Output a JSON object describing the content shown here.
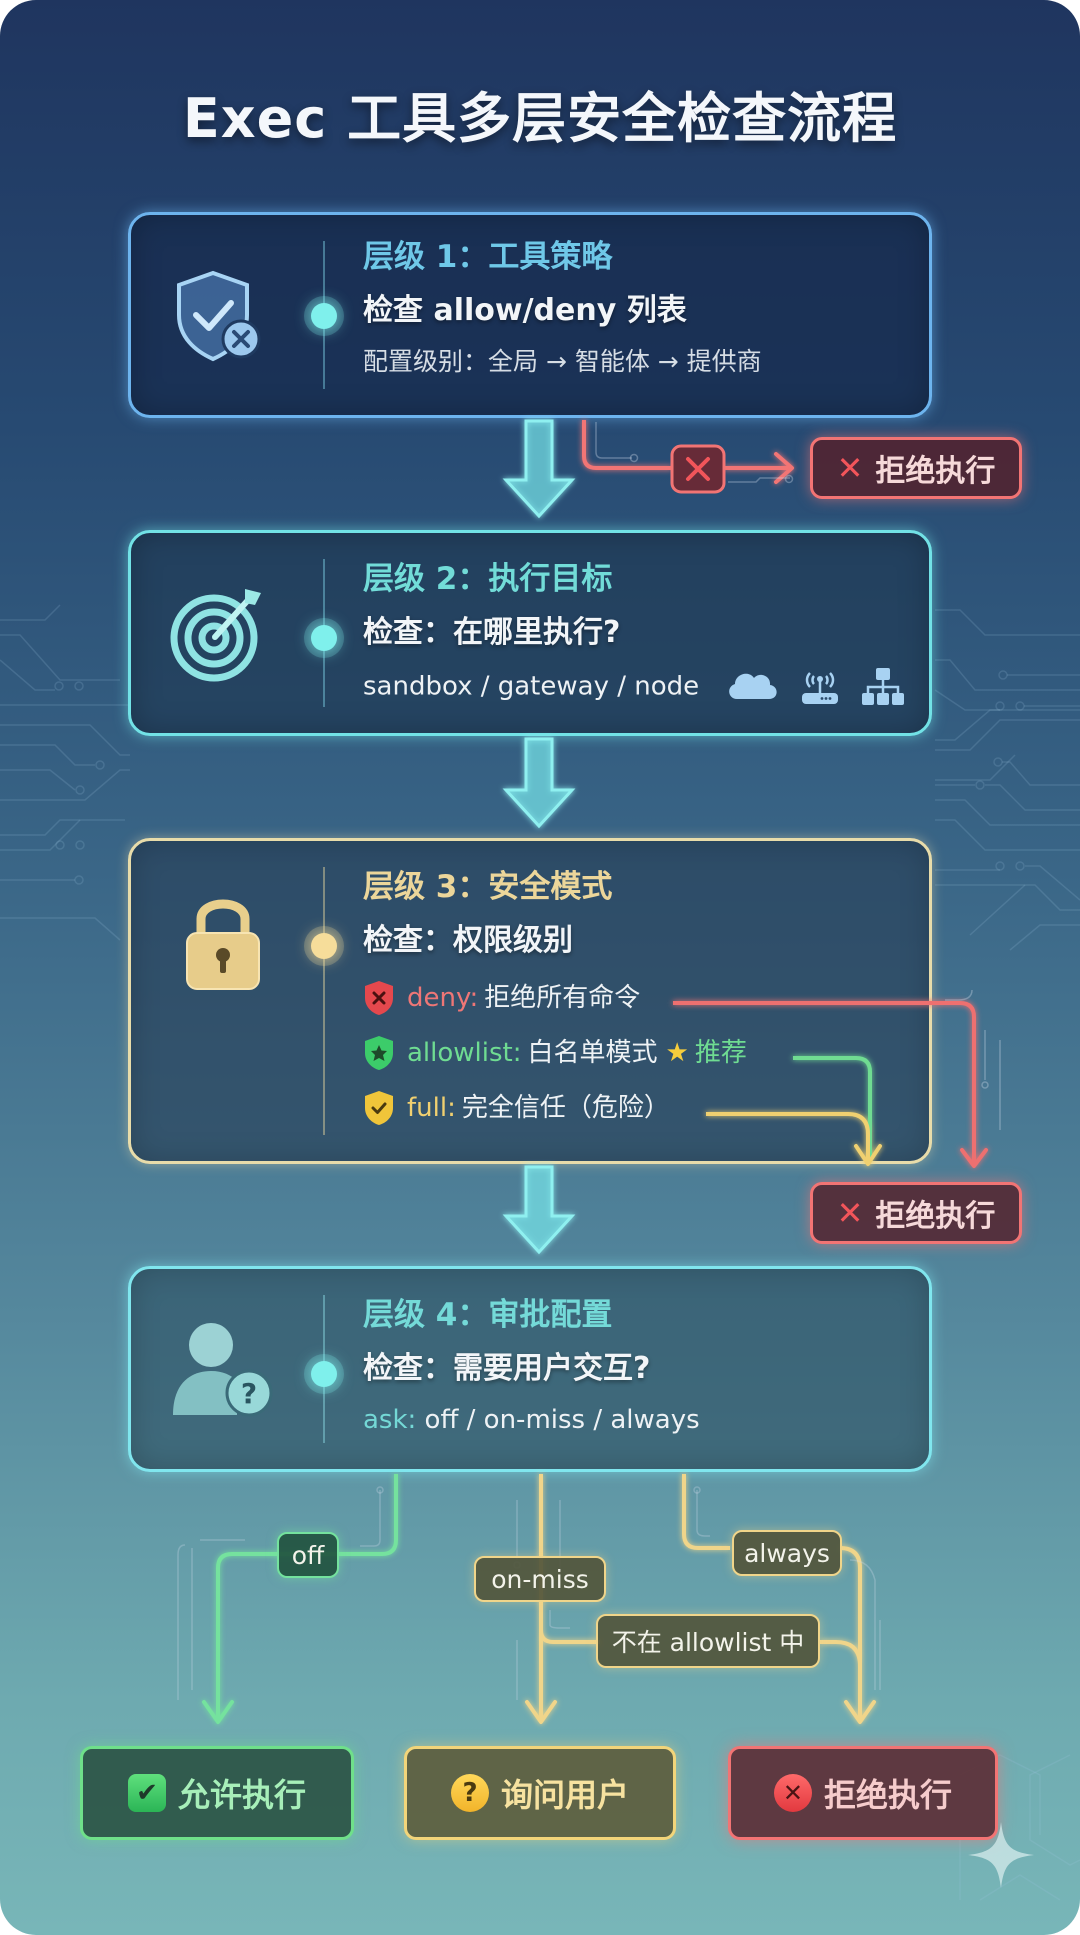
{
  "title": "Exec 工具多层安全检查流程",
  "colors": {
    "cyan": "#7ff0ec",
    "blue_border": "#6db4ee",
    "gold": "#f0d58a",
    "red": "#f27474",
    "green": "#6fe08a"
  },
  "layers": [
    {
      "level_label": "层级 1：工具策略",
      "check": "检查 allow/deny 列表",
      "detail": "配置级别：全局 → 智能体 → 提供商",
      "icon": "shield-check-x-icon"
    },
    {
      "level_label": "层级 2：执行目标",
      "check": "检查：在哪里执行?",
      "detail": "sandbox / gateway / node",
      "icon": "target-icon",
      "target_icons": [
        "cloud-icon",
        "router-icon",
        "network-hierarchy-icon"
      ]
    },
    {
      "level_label": "层级 3：安全模式",
      "check": "检查：权限级别",
      "icon": "padlock-icon",
      "modes": [
        {
          "key": "deny:",
          "desc": "拒绝所有命令",
          "icon": "red-shield-x-icon"
        },
        {
          "key": "allowlist:",
          "desc": "白名单模式",
          "star": "★",
          "recommend": "推荐",
          "icon": "green-shield-star-icon"
        },
        {
          "key": "full:",
          "desc": "完全信任（危险）",
          "icon": "yellow-shield-check-icon"
        }
      ]
    },
    {
      "level_label": "层级 4：审批配置",
      "check": "检查：需要用户交互?",
      "detail_key": "ask:",
      "detail": " off / on-miss / always",
      "icon": "user-question-icon"
    }
  ],
  "reject_boxes": [
    {
      "label": "拒绝执行",
      "icon": "x-icon"
    },
    {
      "label": "拒绝执行",
      "icon": "x-icon"
    }
  ],
  "branches": {
    "off": "off",
    "on_miss": "on-miss",
    "always": "always",
    "not_in_allowlist": "不在 allowlist 中"
  },
  "outcomes": [
    {
      "label": "允许执行",
      "icon": "checkbox-icon",
      "glyph": "✔"
    },
    {
      "label": "询问用户",
      "icon": "question-icon",
      "glyph": "?"
    },
    {
      "label": "拒绝执行",
      "icon": "x-circle-icon",
      "glyph": "✕"
    }
  ],
  "glyphs": {
    "x": "✕"
  }
}
